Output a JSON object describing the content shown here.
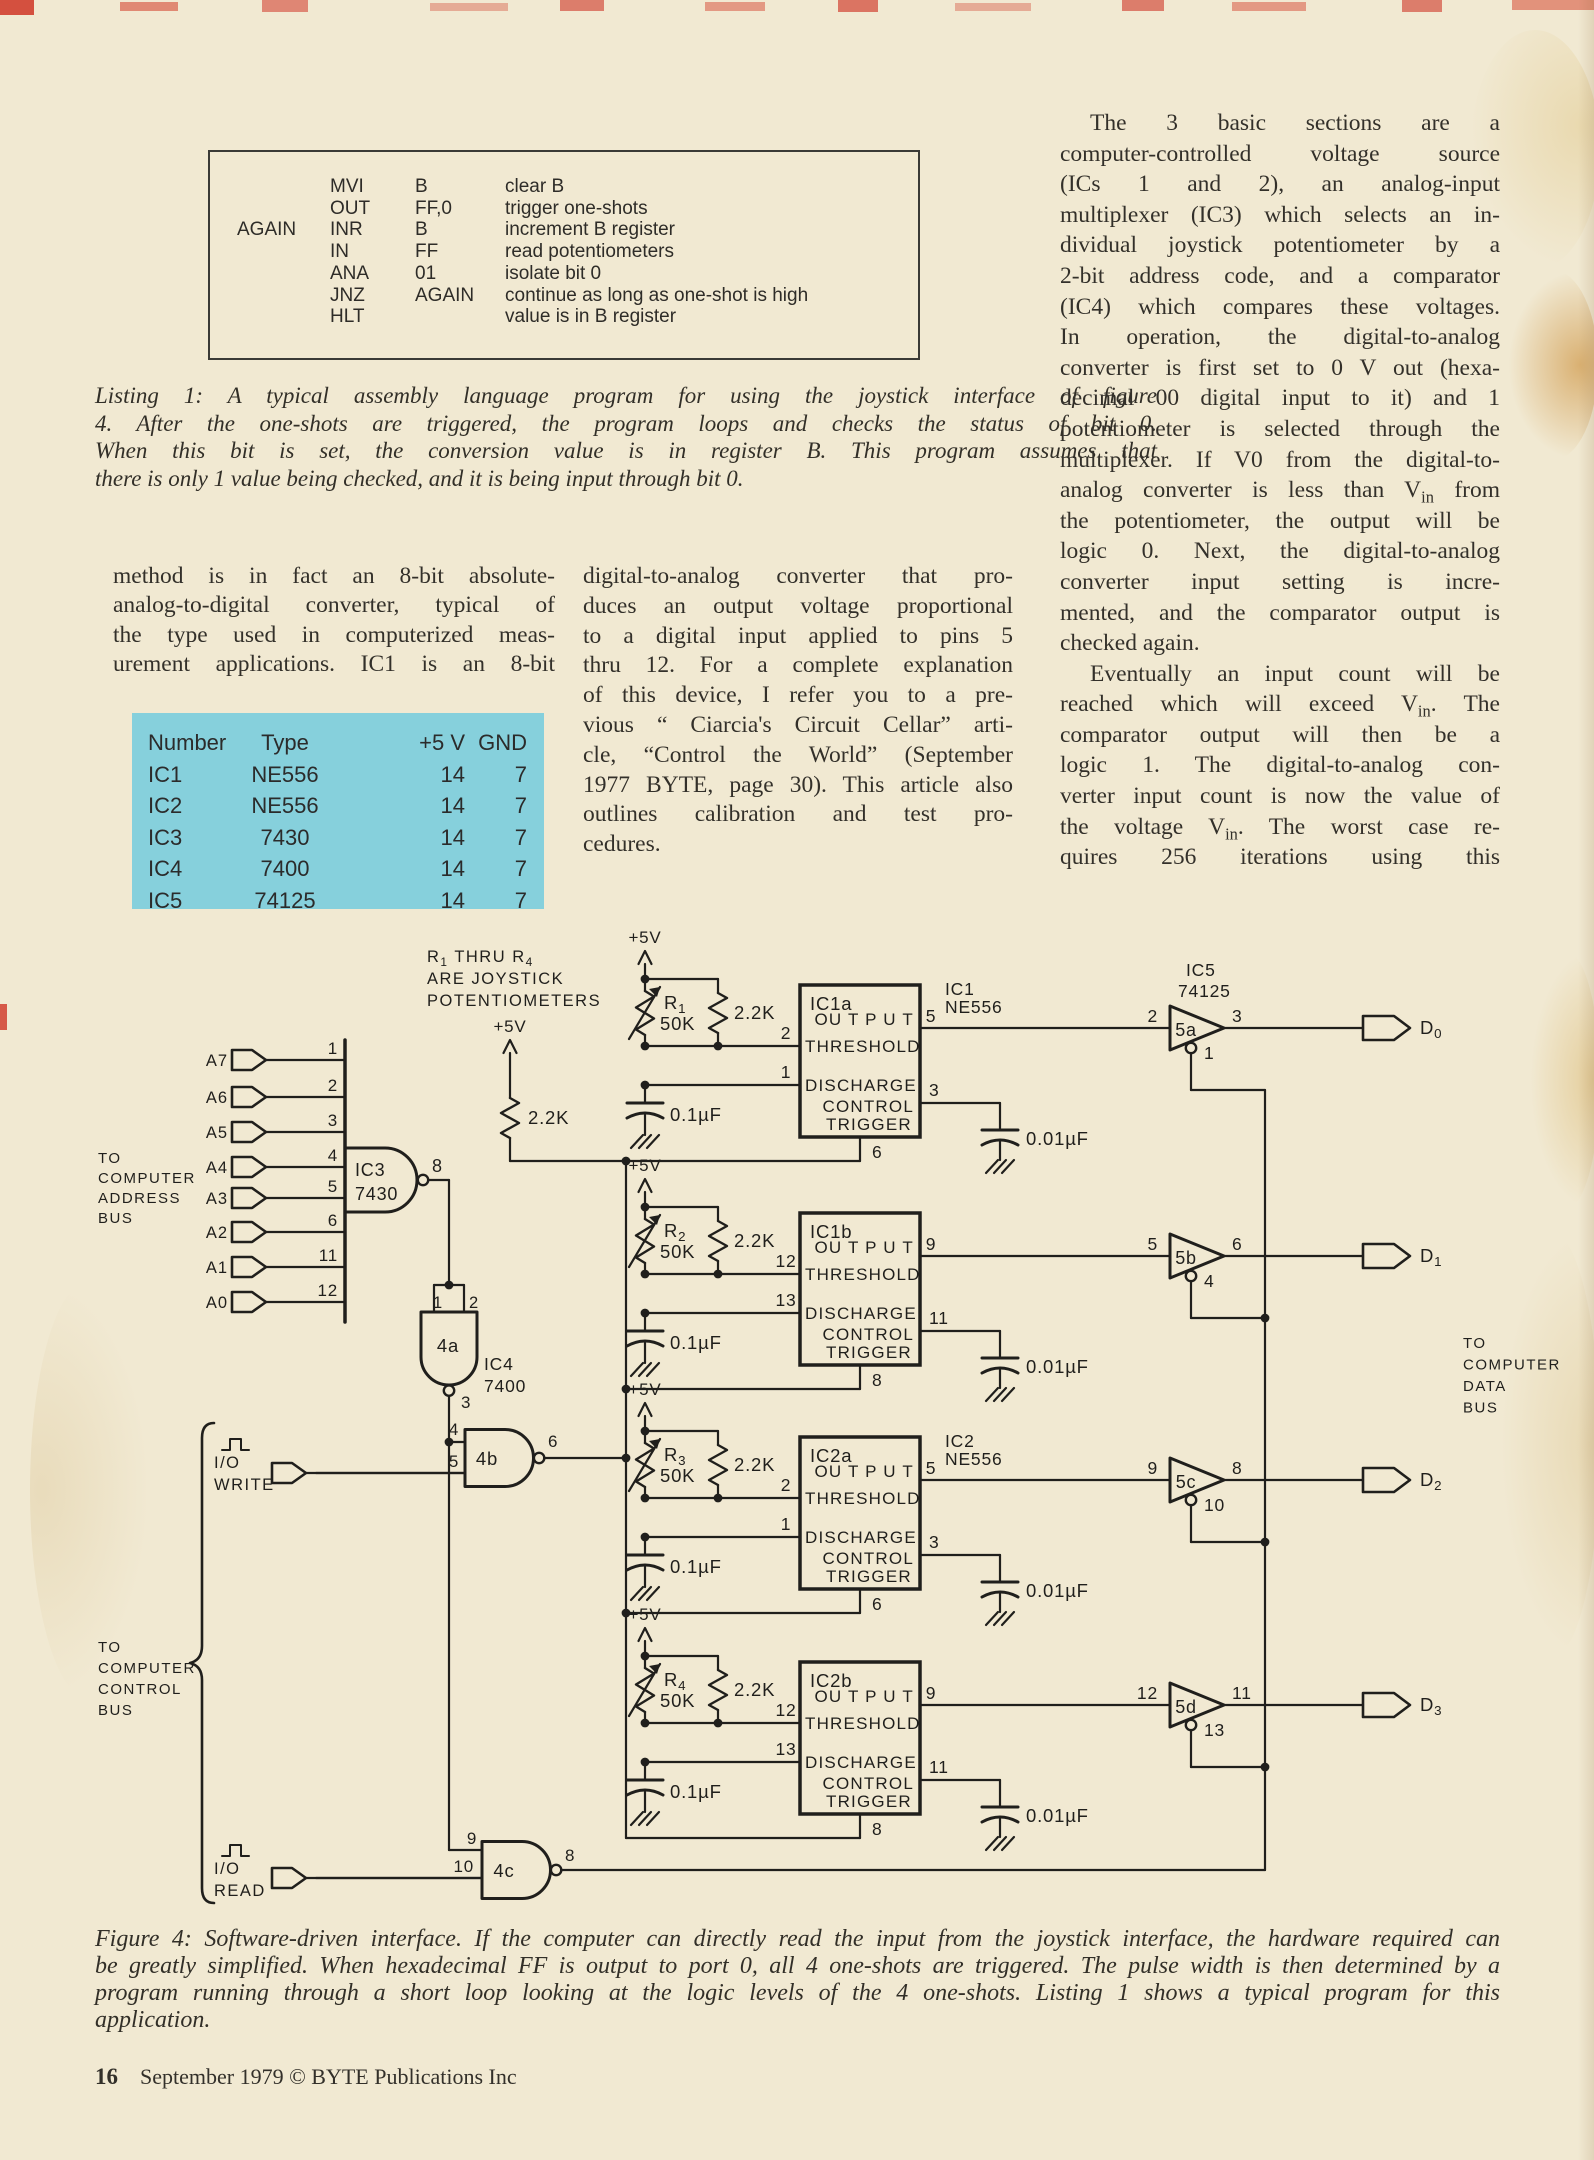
{
  "listing": {
    "rows": [
      {
        "label": "",
        "op": "MVI",
        "arg": "B",
        "comment": "clear B"
      },
      {
        "label": "",
        "op": "OUT",
        "arg": "FF,0",
        "comment": "trigger one-shots"
      },
      {
        "label": "AGAIN",
        "op": "INR",
        "arg": "B",
        "comment": "increment B register"
      },
      {
        "label": "",
        "op": "IN",
        "arg": "FF",
        "comment": "read potentiometers"
      },
      {
        "label": "",
        "op": "ANA",
        "arg": "01",
        "comment": "isolate bit 0"
      },
      {
        "label": "",
        "op": "JNZ",
        "arg": "AGAIN",
        "comment": "continue as long as one-shot is high"
      },
      {
        "label": "",
        "op": "HLT",
        "arg": "",
        "comment": "value is in B register"
      }
    ],
    "caption_lines": [
      "Listing 1: A typical assembly language program for using the joystick interface of figure",
      "4. After the one-shots are triggered, the program loops and checks the status of bit 0.",
      "When this bit is set, the conversion value is in register B. This program assumes that",
      "there is only 1 value being checked, and it is being input through bit 0."
    ],
    "caption_left_align": [
      3
    ]
  },
  "columns": {
    "left": {
      "lines": [
        "method is in fact an 8-bit absolute-",
        "analog-to-digital converter, typical of",
        "the type used in computerized meas-",
        "urement applications. IC1 is an 8-bit"
      ],
      "left_align": [],
      "indent": []
    },
    "middle": {
      "lines": [
        "digital-to-analog converter that pro-",
        "duces an output voltage proportional",
        "to a digital input applied to pins 5",
        "thru 12. For a complete explanation",
        "of this device, I refer you to a pre-",
        "vious “ Ciarcia's Circuit Cellar” arti-",
        "cle, “Control the World” (September",
        "1977 BYTE, page 30). This article also",
        "outlines calibration and test pro-",
        "cedures."
      ],
      "left_align": [
        9
      ],
      "indent": []
    },
    "right": {
      "lines": [
        "The 3 basic sections are a",
        "computer-controlled voltage source",
        "(ICs 1 and 2), an analog-input",
        "multiplexer (IC3) which selects an in-",
        "dividual joystick potentiometer by a",
        "2-bit address code, and a comparator",
        "(IC4) which compares these voltages.",
        "In operation, the digital-to-analog",
        "converter is first set to 0 V out (hexa-",
        "decimal 00 digital input to it) and 1",
        "potentiometer is selected through the",
        "multiplexer. If V0 from the digital-to-",
        "analog converter is less than V~in~ from",
        "the potentiometer, the output will be",
        "logic 0. Next, the digital-to-analog",
        "converter input setting is incre-",
        "mented, and the comparator output is",
        "checked again.",
        "Eventually an input count will be",
        "reached which will exceed V~in~. The",
        "comparator output will then be a",
        "logic 1. The digital-to-analog con-",
        "verter input count is now the value of",
        "the voltage V~in~. The worst case re-",
        "quires 256 iterations using this"
      ],
      "left_align": [
        17
      ],
      "indent": [
        0,
        18
      ]
    }
  },
  "ic_table": {
    "bg": "#86d0dc",
    "headers": [
      "Number",
      "Type",
      "+5 V",
      "GND"
    ],
    "rows": [
      [
        "IC1",
        "NE556",
        "14",
        "7"
      ],
      [
        "IC2",
        "NE556",
        "14",
        "7"
      ],
      [
        "IC3",
        "7430",
        "14",
        "7"
      ],
      [
        "IC4",
        "7400",
        "14",
        "7"
      ],
      [
        "IC5",
        "74125",
        "14",
        "7"
      ]
    ]
  },
  "figure_caption": {
    "lines": [
      "Figure 4: Software-driven interface. If the computer can directly read the input from the joystick interface, the hardware required can",
      "be greatly simplified. When hexadecimal FF is output to port 0, all 4 one-shots are triggered. The pulse width is then determined by a",
      "program running through a short loop looking at the logic levels of the 4 one-shots. Listing 1 shows a typical program for this",
      "application."
    ],
    "left_align": [
      3
    ]
  },
  "footer": {
    "page_number": "16",
    "credit": "September 1979 © BYTE Publications Inc"
  },
  "schematic": {
    "supply_label": "+5V",
    "note_lines": [
      "R~1~ THRU R~4~",
      "ARE JOYSTICK",
      "POTENTIOMETERS"
    ],
    "address_bus_label": [
      "TO",
      "COMPUTER",
      "ADDRESS",
      "BUS"
    ],
    "control_bus_label": [
      "TO",
      "COMPUTER",
      "CONTROL",
      "BUS"
    ],
    "data_bus_label": [
      "TO",
      "COMPUTER",
      "DATA",
      "BUS"
    ],
    "ic3": {
      "name": "IC3",
      "part": "7430",
      "output_pin": "8",
      "input_pins": [
        "1",
        "2",
        "3",
        "4",
        "5",
        "6",
        "11",
        "12"
      ],
      "inputs": [
        "A7",
        "A6",
        "A5",
        "A4",
        "A3",
        "A2",
        "A1",
        "A0"
      ]
    },
    "ic4": {
      "name": "IC4",
      "part": "7400"
    },
    "ic5": {
      "name": "IC5",
      "part": "74125"
    },
    "gate_4a": {
      "id": "4a",
      "in1": "1",
      "in2": "2",
      "out": "3"
    },
    "gate_4b": {
      "id": "4b",
      "in1": "4",
      "in2": "5",
      "out": "6"
    },
    "gate_4c": {
      "id": "4c",
      "in1": "9",
      "in2": "10",
      "out": "8"
    },
    "io_write": [
      "I/O",
      "WRITE"
    ],
    "io_read": [
      "I/O",
      "READ"
    ],
    "trigger_pullup": "2.2K",
    "block_pins": {
      "output": "OU T P U T",
      "threshold": "THRESHOLD",
      "discharge": "DISCHARGE",
      "control": "CONTROL",
      "trigger": "TRIGGER"
    },
    "channels": [
      {
        "id": "IC1a",
        "chip": [
          "IC1",
          "NE556"
        ],
        "pot": "R~1~",
        "pot_value": "50K",
        "pullup": "2.2K",
        "pin_threshold": "2",
        "pin_discharge": "1",
        "pin_control": "3",
        "pin_trigger": "6",
        "pin_output": "5",
        "cap_timing": "0.1µF",
        "cap_control": "0.01µF",
        "buffer": {
          "id": "5a",
          "pin_in": "2",
          "pin_out": "3",
          "pin_enable": "1"
        },
        "data_out": "D~0~"
      },
      {
        "id": "IC1b",
        "chip": null,
        "pot": "R~2~",
        "pot_value": "50K",
        "pullup": "2.2K",
        "pin_threshold": "12",
        "pin_discharge": "13",
        "pin_control": "11",
        "pin_trigger": "8",
        "pin_output": "9",
        "cap_timing": "0.1µF",
        "cap_control": "0.01µF",
        "buffer": {
          "id": "5b",
          "pin_in": "5",
          "pin_out": "6",
          "pin_enable": "4"
        },
        "data_out": "D~1~"
      },
      {
        "id": "IC2a",
        "chip": [
          "IC2",
          "NE556"
        ],
        "pot": "R~3~",
        "pot_value": "50K",
        "pullup": "2.2K",
        "pin_threshold": "2",
        "pin_discharge": "1",
        "pin_control": "3",
        "pin_trigger": "6",
        "pin_output": "5",
        "cap_timing": "0.1µF",
        "cap_control": "0.01µF",
        "buffer": {
          "id": "5c",
          "pin_in": "9",
          "pin_out": "8",
          "pin_enable": "10"
        },
        "data_out": "D~2~"
      },
      {
        "id": "IC2b",
        "chip": null,
        "pot": "R~4~",
        "pot_value": "50K",
        "pullup": "2.2K",
        "pin_threshold": "12",
        "pin_discharge": "13",
        "pin_control": "11",
        "pin_trigger": "8",
        "pin_output": "9",
        "cap_timing": "0.1µF",
        "cap_control": "0.01µF",
        "buffer": {
          "id": "5d",
          "pin_in": "12",
          "pin_out": "11",
          "pin_enable": "13"
        },
        "data_out": "D~3~"
      }
    ]
  }
}
